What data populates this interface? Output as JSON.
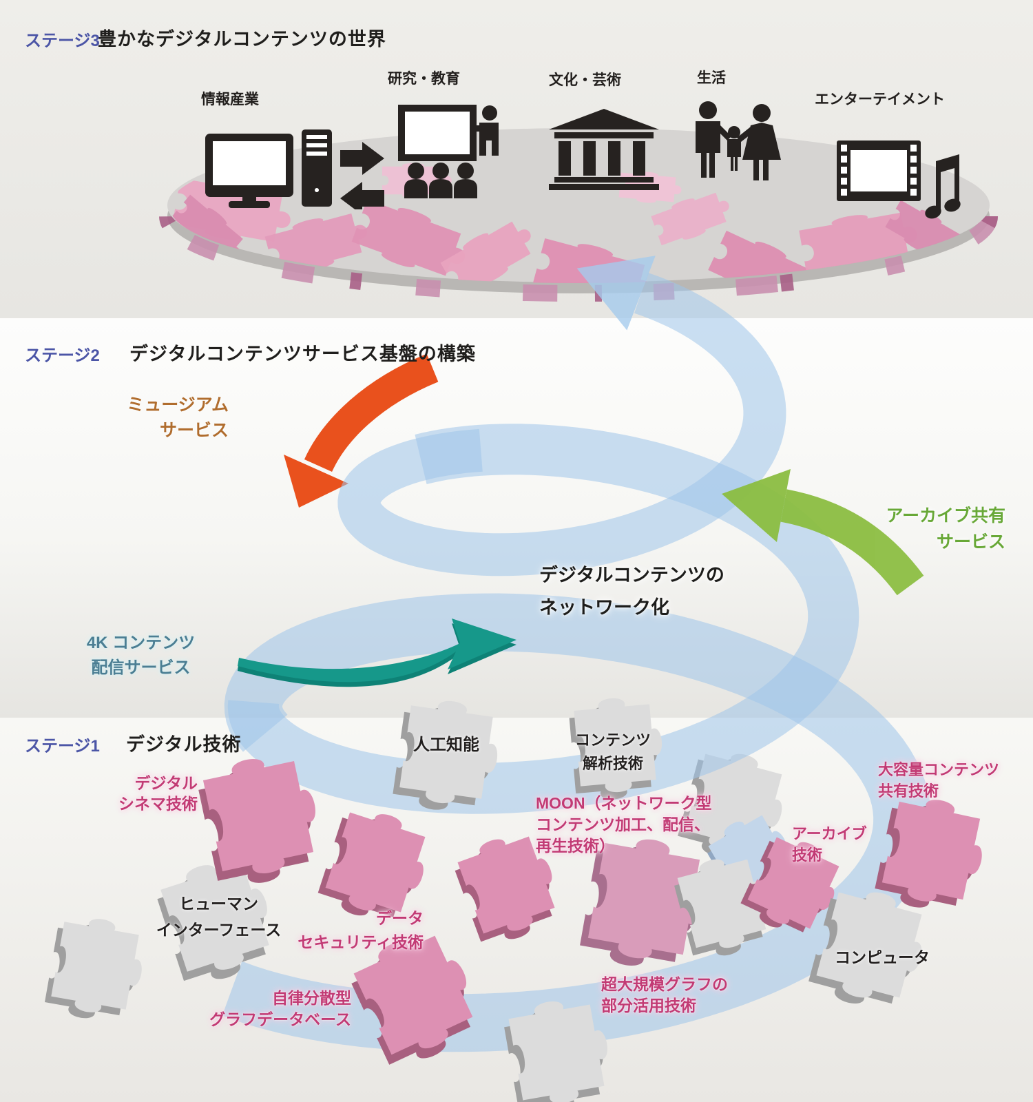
{
  "stage3": {
    "label": "ステージ3",
    "title": "豊かなデジタルコンテンツの世界",
    "sectors": {
      "info_industry": "情報産業",
      "research_education": "研究・教育",
      "culture_art": "文化・芸術",
      "life": "生活",
      "entertainment": "エンターテイメント"
    }
  },
  "stage2": {
    "label": "ステージ2",
    "title": "デジタルコンテンツサービス基盤の構築",
    "center_label": "デジタルコンテンツの\nネットワーク化",
    "services": {
      "museum": "ミュージアム\nサービス",
      "archive_share": "アーカイブ共有\nサービス",
      "four_k": "4K コンテンツ\n配信サービス"
    }
  },
  "stage1": {
    "label": "ステージ1",
    "title": "デジタル技術",
    "technologies": {
      "digital_cinema": "デジタル\nシネマ技術",
      "ai": "人工知能",
      "content_analysis": "コンテンツ\n解析技術",
      "moon": "MOON（ネットワーク型\nコンテンツ加工、配信、\n再生技術）",
      "large_capacity_sharing": "大容量コンテンツ\n共有技術",
      "archive": "アーカイブ\n技術",
      "human_interface": "ヒューマン\nインターフェース",
      "data_security": "データ\nセキュリティ技術",
      "computer": "コンピュータ",
      "autonomous_graph_db": "自律分散型\nグラフデータベース",
      "huge_graph_partial_use": "超大規模グラフの\n部分活用技術"
    }
  },
  "colors": {
    "stage_label": "#4b55a6",
    "museum_arrow": "#e9511d",
    "museum_text": "#b06d2e",
    "archive_arrow": "#8cbe42",
    "archive_text": "#68a837",
    "four_k_arrow": "#16988a",
    "four_k_text": "#4b7e93",
    "spiral": "#aecdea",
    "pink_text": "#c23a74",
    "pink_piece": "#dd90b3",
    "gray_piece": "#d8d8d8",
    "disc": "#d6d4d2"
  }
}
